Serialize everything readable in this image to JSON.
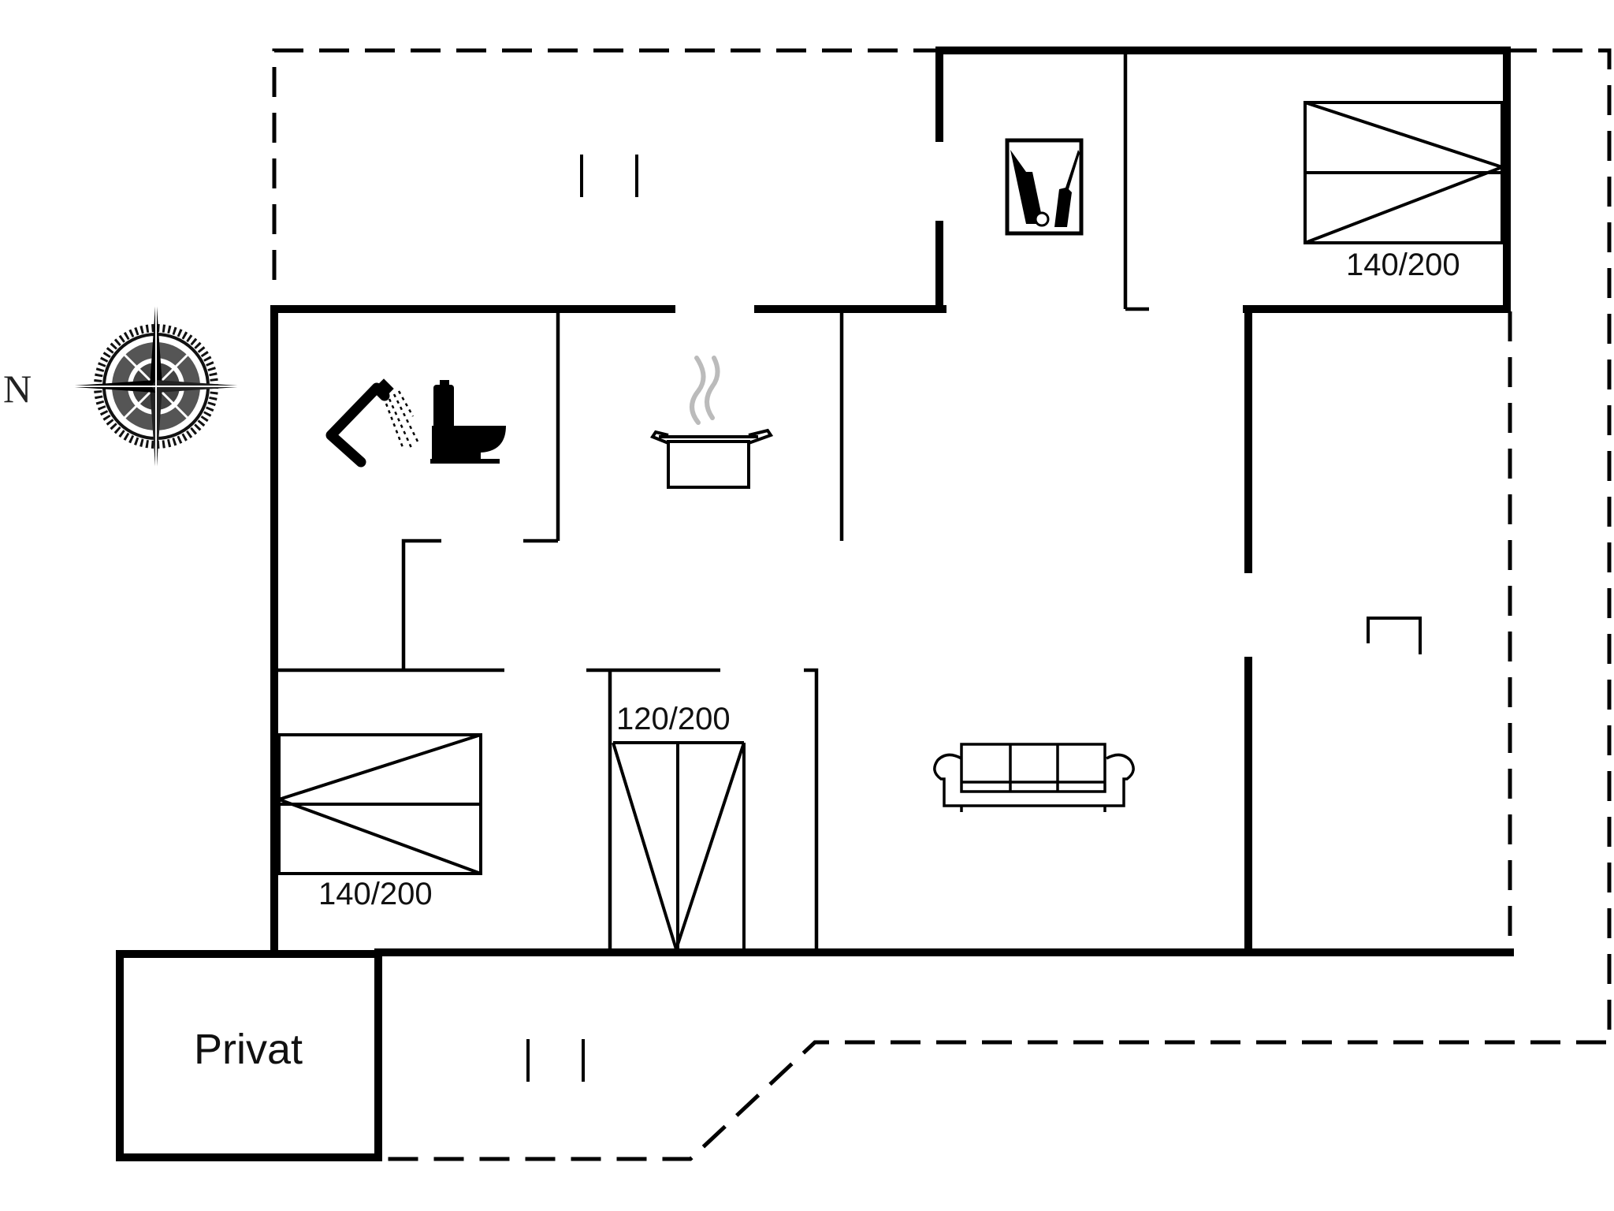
{
  "plan": {
    "title": "",
    "compass": {
      "label": "N"
    },
    "rooms": [
      {
        "id": "bathroom",
        "icons": [
          "shower-icon",
          "toilet-icon"
        ]
      },
      {
        "id": "kitchen",
        "icons": [
          "cooking-pot-icon"
        ]
      },
      {
        "id": "utility",
        "icons": [
          "vacuum-broom-icon"
        ]
      },
      {
        "id": "bedroom-north",
        "bed_label": "140/200"
      },
      {
        "id": "bedroom-south",
        "bed_label": "140/200"
      },
      {
        "id": "bedroom-small",
        "bed_label": "120/200"
      },
      {
        "id": "living-room",
        "icons": [
          "sofa-icon"
        ]
      },
      {
        "id": "private-area",
        "label": "Privat"
      }
    ],
    "labels": {
      "bed_ne": "140/200",
      "bed_sw": "140/200",
      "bed_mid": "120/200",
      "privat": "Privat",
      "north": "N"
    },
    "colors": {
      "line": "#000000",
      "background": "#ffffff",
      "text": "#111111"
    }
  }
}
